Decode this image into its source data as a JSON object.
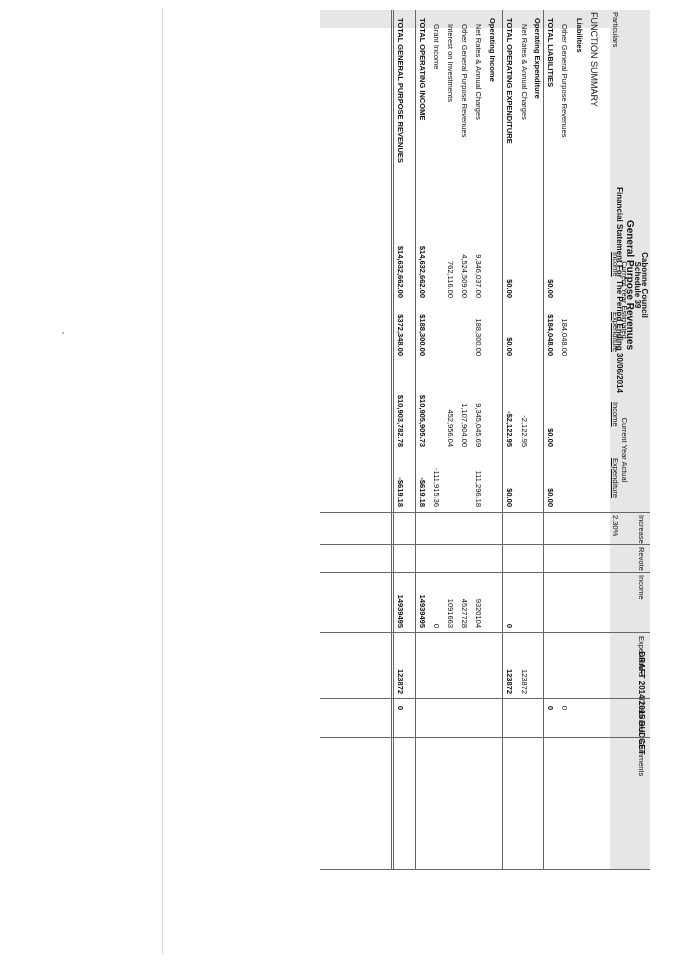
{
  "header": {
    "council": "Cabonne Council",
    "schedule": "Schedule 39",
    "title": "General Purpose Revenues",
    "subtitle": "Financial Statement For The Period Ending 30/06/2014",
    "draft_budget": "DRAFT 2014/2015 BUDGET"
  },
  "column_groups": {
    "estimated": "Current Year Estimated",
    "actual": "Current Year Actual"
  },
  "columns": {
    "particulars": "Particulars",
    "est_income": "Income",
    "est_expenditure": "Expenditure",
    "act_income": "Income",
    "act_expenditure": "Expenditure",
    "increase": "Increase",
    "revote": "Revote",
    "budget_income": "Income",
    "budget_expenditure": "Expenditure",
    "liabilities": "Liabilities",
    "comments": "Comments"
  },
  "increase_value": "2.30%",
  "rows": [
    {
      "label": "FUNCTION SUMMARY",
      "style": "section",
      "est_income": "",
      "est_exp": "",
      "act_income": "",
      "act_exp": "",
      "b_income": "",
      "b_exp": "",
      "b_liab": ""
    },
    {
      "label": "Liabilities",
      "style": "bold",
      "est_income": "",
      "est_exp": "",
      "act_income": "",
      "act_exp": "",
      "b_income": "",
      "b_exp": "",
      "b_liab": ""
    },
    {
      "label": "Other General Purpose Revenues",
      "style": "indent",
      "est_income": "",
      "est_exp": "184,048.00",
      "act_income": "",
      "act_exp": "",
      "b_income": "",
      "b_exp": "",
      "b_liab": "0"
    },
    {
      "label": "TOTAL LIABILITIES",
      "style": "total",
      "est_income": "$0.00",
      "est_exp": "$184,048.00",
      "act_income": "$0.00",
      "act_exp": "$0.00",
      "b_income": "",
      "b_exp": "",
      "b_liab": "0"
    },
    {
      "label": "Operating Expenditure",
      "style": "bold",
      "est_income": "",
      "est_exp": "",
      "act_income": "",
      "act_exp": "",
      "b_income": "",
      "b_exp": "",
      "b_liab": ""
    },
    {
      "label": "Net Rates & Annual Charges",
      "style": "indent",
      "est_income": "",
      "est_exp": "",
      "act_income": "-2,122.95",
      "act_exp": "",
      "b_income": "",
      "b_exp": "123872",
      "b_liab": ""
    },
    {
      "label": "TOTAL OPERATING EXPENDITURE",
      "style": "total",
      "est_income": "$0.00",
      "est_exp": "$0.00",
      "act_income": "-$2,122.95",
      "act_exp": "$0.00",
      "b_income": "0",
      "b_exp": "123872",
      "b_liab": ""
    },
    {
      "label": "Operating Income",
      "style": "bold",
      "est_income": "",
      "est_exp": "",
      "act_income": "",
      "act_exp": "",
      "b_income": "",
      "b_exp": "",
      "b_liab": ""
    },
    {
      "label": "Net Rates & Annual Charges",
      "style": "indent",
      "est_income": "9,346,037.00",
      "est_exp": "188,300.00",
      "act_income": "9,345,045.69",
      "act_exp": "111,296.18",
      "b_income": "9320104",
      "b_exp": "",
      "b_liab": ""
    },
    {
      "label": "Other General Purpose Revenues",
      "style": "indent",
      "est_income": "4,524,509.00",
      "est_exp": "",
      "act_income": "1,107,904.00",
      "act_exp": "",
      "b_income": "4527728",
      "b_exp": "",
      "b_liab": ""
    },
    {
      "label": "Interest on Investments",
      "style": "indent",
      "est_income": "762,116.00",
      "est_exp": "",
      "act_income": "452,956.04",
      "act_exp": "",
      "b_income": "1091663",
      "b_exp": "",
      "b_liab": ""
    },
    {
      "label": "Grant Income",
      "style": "indent",
      "est_income": "",
      "est_exp": "",
      "act_income": "",
      "act_exp": "-111,915.36",
      "b_income": "0",
      "b_exp": "",
      "b_liab": ""
    },
    {
      "label": "TOTAL OPERATING INCOME",
      "style": "total",
      "est_income": "$14,632,662.00",
      "est_exp": "$188,300.00",
      "act_income": "$10,905,905.73",
      "act_exp": "-$619.18",
      "b_income": "14939495",
      "b_exp": "",
      "b_liab": ""
    },
    {
      "label": "TOTAL GENERAL PURPOSE REVENUES",
      "style": "grand",
      "est_income": "$14,632,662.00",
      "est_exp": "$372,348.00",
      "act_income": "$10,903,782.78",
      "act_exp": "-$619.18",
      "b_income": "14939495",
      "b_exp": "123872",
      "b_liab": "0"
    }
  ]
}
